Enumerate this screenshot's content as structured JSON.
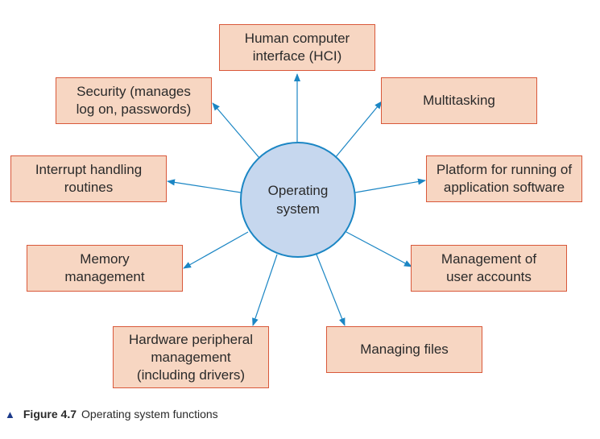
{
  "hub": {
    "label": "Operating\nsystem"
  },
  "functions": {
    "hci": "Human computer\ninterface (HCI)",
    "security": "Security (manages\nlog on, passwords)",
    "multitasking": "Multitasking",
    "interrupt": "Interrupt handling\nroutines",
    "platform": "Platform for running of\napplication software",
    "memory": "Memory\nmanagement",
    "accounts": "Management of\nuser accounts",
    "hardware": "Hardware peripheral\nmanagement\n(including drivers)",
    "files": "Managing files"
  },
  "caption": {
    "marker": "▲",
    "label": "Figure 4.7",
    "text": "Operating system functions"
  },
  "colors": {
    "box_fill": "#f7d6c2",
    "box_border": "#d9583a",
    "hub_fill": "#c6d7ee",
    "hub_border": "#1b86c4",
    "arrow": "#1b86c4",
    "caption_marker": "#1c3a8a"
  }
}
